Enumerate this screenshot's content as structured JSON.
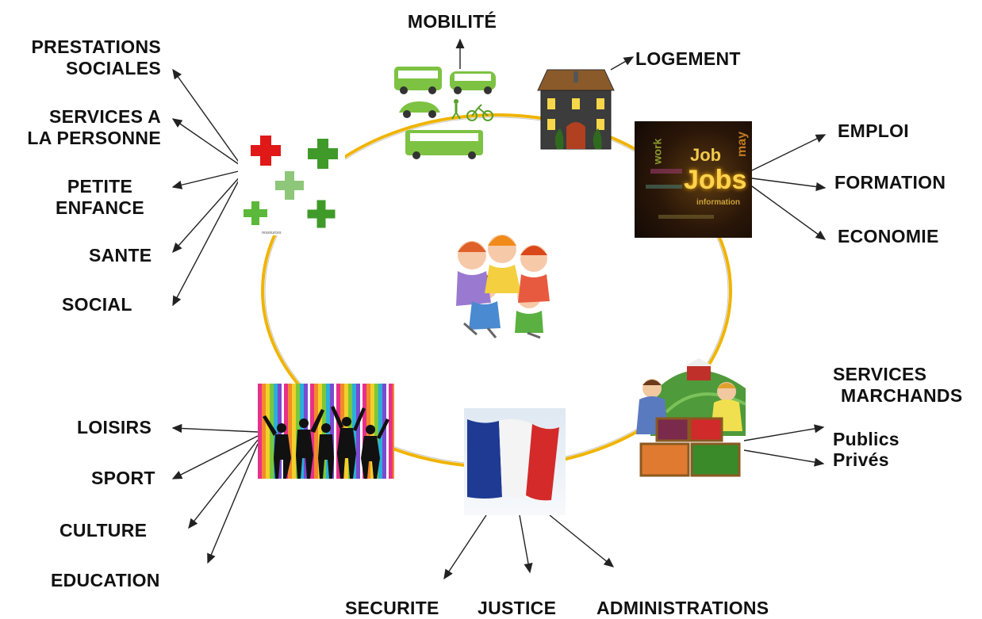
{
  "center": {
    "icon": "children-group-icon"
  },
  "labels": {
    "mobilite": "MOBILITÉ",
    "logement": "LOGEMENT",
    "prestations_1": "PRESTATIONS",
    "prestations_2": "SOCIALES",
    "services_personne_1": "SERVICES A",
    "services_personne_2": "LA PERSONNE",
    "petite_enfance_1": "PETITE",
    "petite_enfance_2": "ENFANCE",
    "sante": "SANTE",
    "social": "SOCIAL",
    "emploi": "EMPLOI",
    "formation": "FORMATION",
    "economie": "ECONOMIE",
    "services_marchands_1": "SERVICES",
    "services_marchands_2": "MARCHANDS",
    "publics": "Publics",
    "prives": "Privés",
    "loisirs": "LOISIRS",
    "sport": "SPORT",
    "culture": "CULTURE",
    "education": "EDUCATION",
    "securite": "SECURITE",
    "justice": "JUSTICE",
    "administrations": "ADMINISTRATIONS"
  },
  "job_cloud": [
    "Job",
    "Jobs",
    "may",
    "work",
    "information"
  ],
  "colors": {
    "ring": "#f0b400",
    "green": "#66b032",
    "red": "#e01818",
    "flag_blue": "#1f3a93",
    "flag_red": "#d42a2a"
  }
}
